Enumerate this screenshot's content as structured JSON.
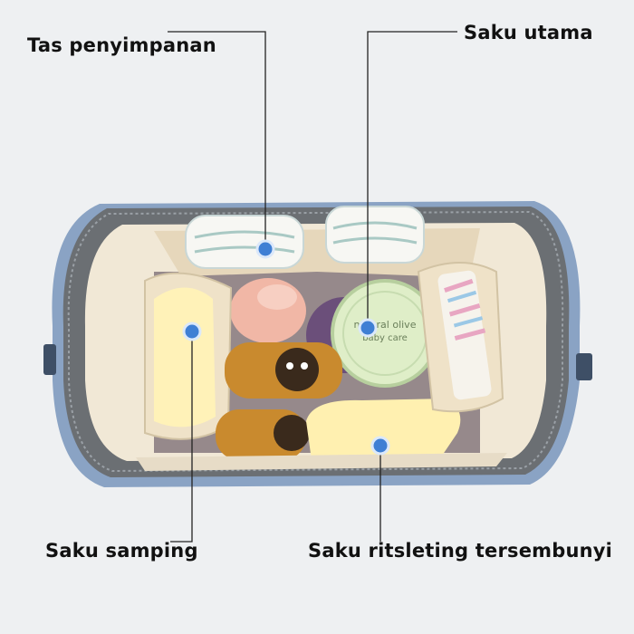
{
  "callouts": {
    "storage_bag": "Tas penyimpanan",
    "main_pocket": "Saku utama",
    "side_pocket": "Saku samping",
    "hidden_zip_pocket": "Saku ritsleting tersembunyi"
  },
  "products": {
    "jar_label_line1": "natural olive",
    "jar_label_line2": "baby care"
  },
  "colors": {
    "background": "#eef0f2",
    "bag_frame": "#6b6f73",
    "bag_outer": "#8aa3c4",
    "lining": "#f1e8d6",
    "marker": "#3f7fd4",
    "leader_line": "#222222"
  }
}
